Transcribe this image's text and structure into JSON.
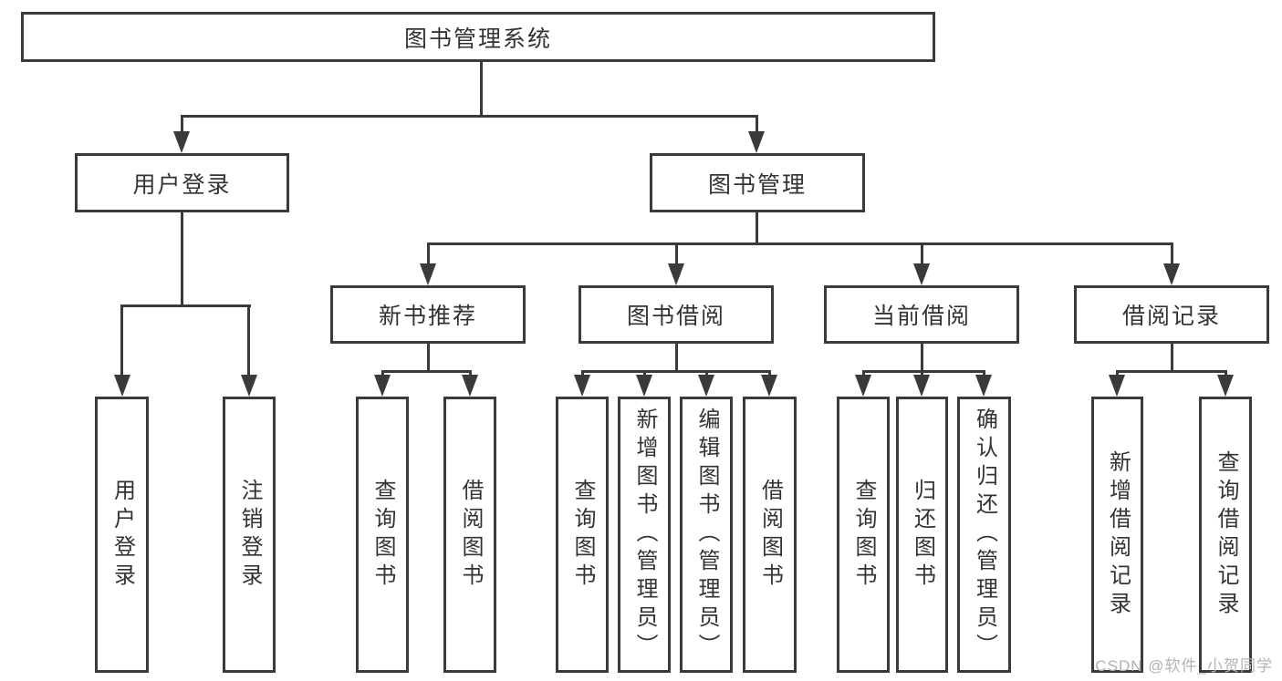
{
  "diagram": {
    "root": {
      "label": "图书管理系统"
    },
    "level2": [
      {
        "label": "用户登录"
      },
      {
        "label": "图书管理"
      }
    ],
    "level3": [
      {
        "label": "新书推荐",
        "parent": "图书管理"
      },
      {
        "label": "图书借阅",
        "parent": "图书管理"
      },
      {
        "label": "当前借阅",
        "parent": "图书管理"
      },
      {
        "label": "借阅记录",
        "parent": "图书管理"
      }
    ],
    "level4": [
      {
        "label": "用户登录",
        "parent": "用户登录"
      },
      {
        "label": "注销登录",
        "parent": "用户登录"
      },
      {
        "label": "查询图书",
        "parent": "新书推荐"
      },
      {
        "label": "借阅图书",
        "parent": "新书推荐"
      },
      {
        "label": "查询图书",
        "parent": "图书借阅"
      },
      {
        "label": "新增图书（管理员）",
        "parent": "图书借阅"
      },
      {
        "label": "编辑图书（管理员）",
        "parent": "图书借阅"
      },
      {
        "label": "借阅图书",
        "parent": "图书借阅"
      },
      {
        "label": "查询图书",
        "parent": "当前借阅"
      },
      {
        "label": "归还图书",
        "parent": "当前借阅"
      },
      {
        "label": "确认归还（管理员）",
        "parent": "当前借阅"
      },
      {
        "label": "新增借阅记录",
        "parent": "借阅记录"
      },
      {
        "label": "查询借阅记录",
        "parent": "借阅记录"
      }
    ]
  },
  "watermark": "CSDN @软件_小贺同学",
  "colors": {
    "line": "#3a3a3a",
    "text": "#333333",
    "watermark": "#b3b3b3",
    "background": "#ffffff"
  }
}
